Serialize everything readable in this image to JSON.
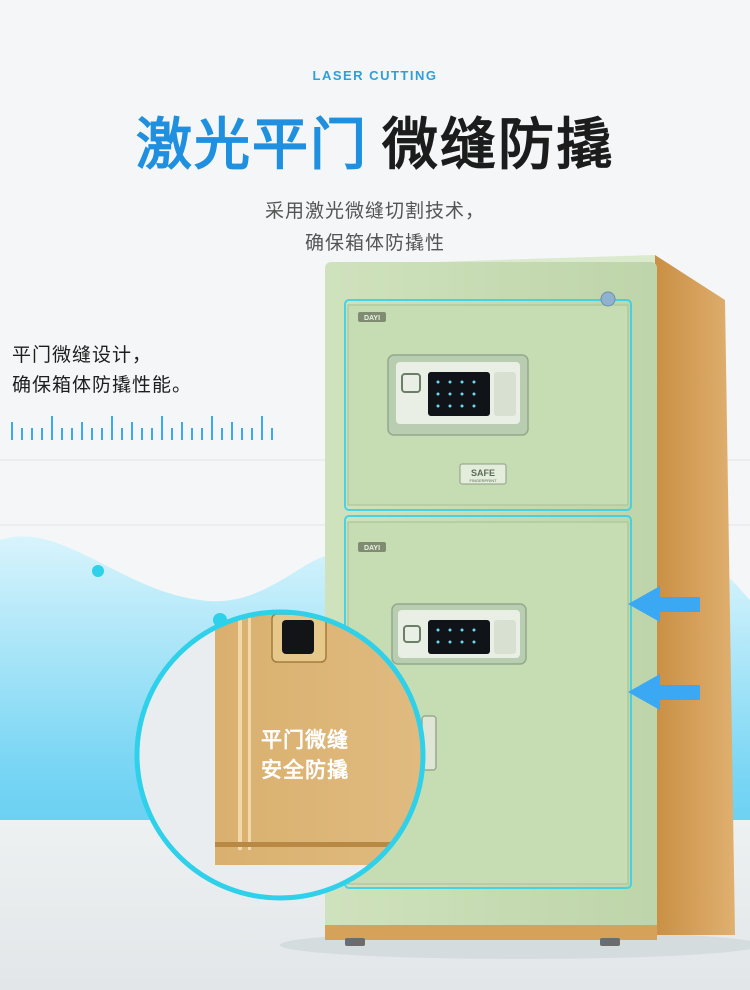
{
  "header": {
    "eyebrow": "LASER CUTTING",
    "title_highlight": "激光平门",
    "title_rest": "微缝防撬",
    "subtitle_line1": "采用激光微缝切割技术，",
    "subtitle_line2": "确保箱体防撬性"
  },
  "side_note": {
    "line1": "平门微缝设计，",
    "line2": "确保箱体防撬性能。"
  },
  "zoom_callout": {
    "line1": "平门微缝",
    "line2": "安全防撬"
  },
  "safe": {
    "brand_badge": "DAYI",
    "nameplate": "SAFE",
    "nameplate_sub": "FINGERPRINT"
  },
  "colors": {
    "title_blue": "#1f8fe0",
    "title_dark": "#1c1c1c",
    "safe_body": "#c9ddb6",
    "safe_side": "#d6a25a",
    "glow_cyan": "#2fd0ea",
    "arrow_blue": "#3aa8f2"
  },
  "icons": [
    "arrow-left-icon",
    "arrow-left-icon",
    "keypad-icon",
    "keypad-icon",
    "door-handle-icon"
  ]
}
